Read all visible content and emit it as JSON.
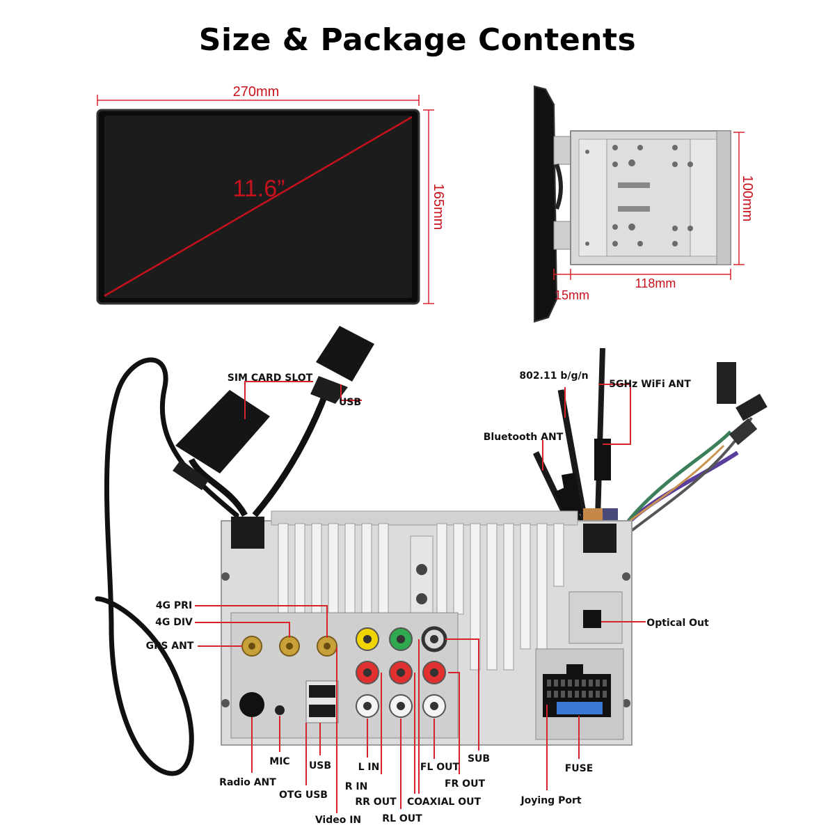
{
  "title": "Size & Package Contents",
  "dimensions": {
    "width": "270mm",
    "height": "165mm",
    "diagonal": "11.6”",
    "depth_front": "15mm",
    "depth_body": "118mm",
    "chassis_height": "100mm"
  },
  "labels": {
    "sim_card_slot": "SIM CARD SLOT",
    "usb_cable": "USB",
    "wifi_24": "802.11 b/g/n",
    "wifi_5": "5GHz WiFi ANT",
    "bluetooth": "Bluetooth ANT",
    "pri_4g": "4G PRI",
    "div_4g": "4G DIV",
    "gps_ant": "GPS ANT",
    "optical_out": "Optical Out",
    "mic": "MIC",
    "radio_ant": "Radio ANT",
    "usb": "USB",
    "otg_usb": "OTG USB",
    "l_in": "L IN",
    "r_in": "R IN",
    "rr_out": "RR OUT",
    "video_in": "Video IN",
    "rl_out": "RL OUT",
    "coaxial_out": "COAXIAL OUT",
    "fl_out": "FL OUT",
    "fr_out": "FR OUT",
    "sub": "SUB",
    "fuse": "FUSE",
    "joying_port": "Joying Port"
  }
}
